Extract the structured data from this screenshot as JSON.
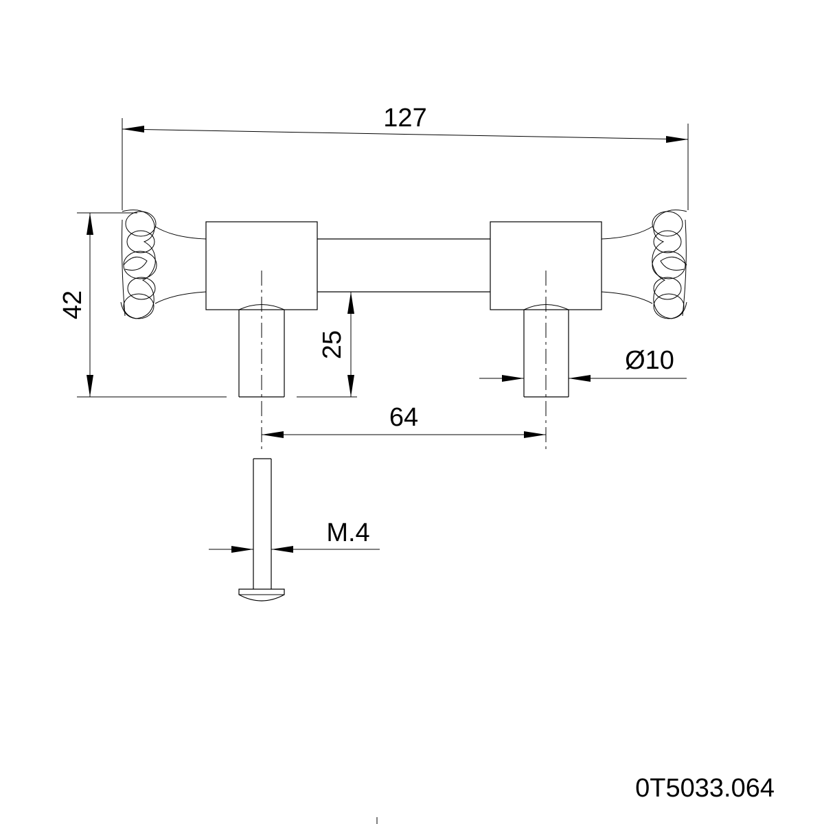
{
  "drawing": {
    "part_code": "0T5033.064",
    "dimensions": {
      "overall_length": "127",
      "overall_height": "42",
      "post_height": "25",
      "hole_spacing": "64",
      "post_diameter": "Ø10",
      "screw_thread": "M.4"
    }
  }
}
